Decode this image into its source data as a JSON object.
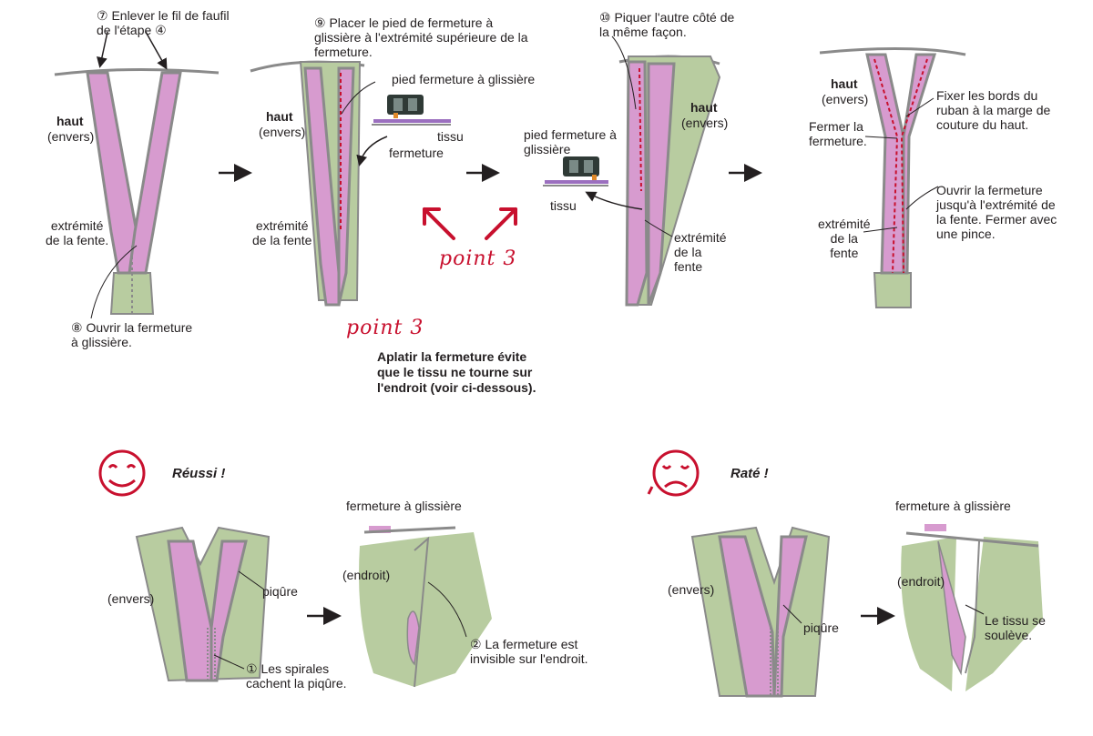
{
  "colors": {
    "fabric_green": "#b8cca0",
    "zipper_tape": "#d79bcf",
    "zipper_edge": "#8a8a8a",
    "stitch_red": "#c8102e",
    "presser_foot": "#2f3a36",
    "tissu_line": "#9b6fbf"
  },
  "step1": {
    "step7": "⑦ Enlever le fil de faufil\nde l'étape ④",
    "haut": "haut",
    "envers": "(envers)",
    "extremite": "extrémité\nde la fente.",
    "step8": "⑧ Ouvrir la fermeture\nà glissière."
  },
  "step2": {
    "step9": "⑨ Placer le pied de fermeture à\nglissière à l'extrémité supérieure de la\nfermeture.",
    "haut": "haut",
    "envers": "(envers)",
    "extremite": "extrémité\nde la fente",
    "pied": "pied fermeture à glissière",
    "tissu": "tissu",
    "fermeture": "fermeture"
  },
  "point": {
    "label_top": "point 3",
    "label_bottom": "point 3",
    "note": "Aplatir la fermeture évite\nque le tissu ne tourne sur\nl'endroit (voir ci-dessous)."
  },
  "step3": {
    "step10": "⑩ Piquer l'autre côté de\nla même façon.",
    "pied": "pied fermeture à\nglissière",
    "tissu": "tissu",
    "haut": "haut",
    "envers": "(envers)",
    "extremite": "extrémité\nde la\nfente"
  },
  "step4": {
    "haut": "haut",
    "envers": "(envers)",
    "fixer": "Fixer les bords du\nruban à la marge de\ncouture du haut.",
    "fermer": "Fermer la\nfermeture.",
    "ouvrir": "Ouvrir la fermeture\njusqu'à l'extrémité de\nla fente. Fermer avec\nune pince.",
    "extremite": "extrémité\nde la\nfente"
  },
  "success": {
    "title": "Réussi !",
    "envers": "(envers)",
    "piqure": "piqûre",
    "spirales": "① Les spirales\ncachent la piqûre.",
    "fermeture": "fermeture à glissière",
    "endroit": "(endroit)",
    "invisible": "② La fermeture est\ninvisible sur l'endroit."
  },
  "fail": {
    "title": "Raté !",
    "envers": "(envers)",
    "piqure": "piqûre",
    "fermeture": "fermeture à glissière",
    "endroit": "(endroit)",
    "souleve": "Le tissu se\nsoulève."
  }
}
